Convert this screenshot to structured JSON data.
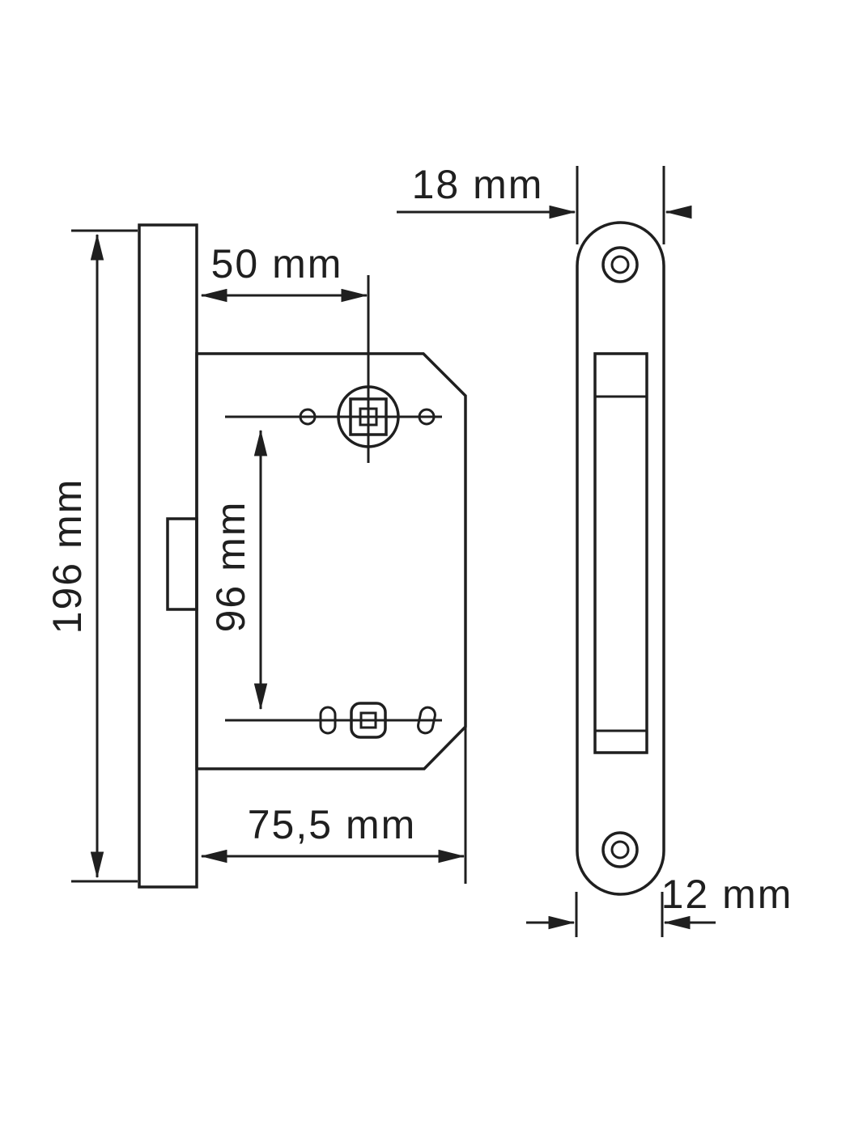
{
  "colors": {
    "line": "#1f1f1f",
    "background": "#ffffff"
  },
  "side_view": {
    "dim_height": "196 mm",
    "dim_backset": "50 mm",
    "dim_hole_spacing": "96 mm",
    "dim_body_depth": "75,5 mm"
  },
  "front_view": {
    "dim_faceplate_width": "18 mm",
    "dim_thickness": "12 mm"
  }
}
